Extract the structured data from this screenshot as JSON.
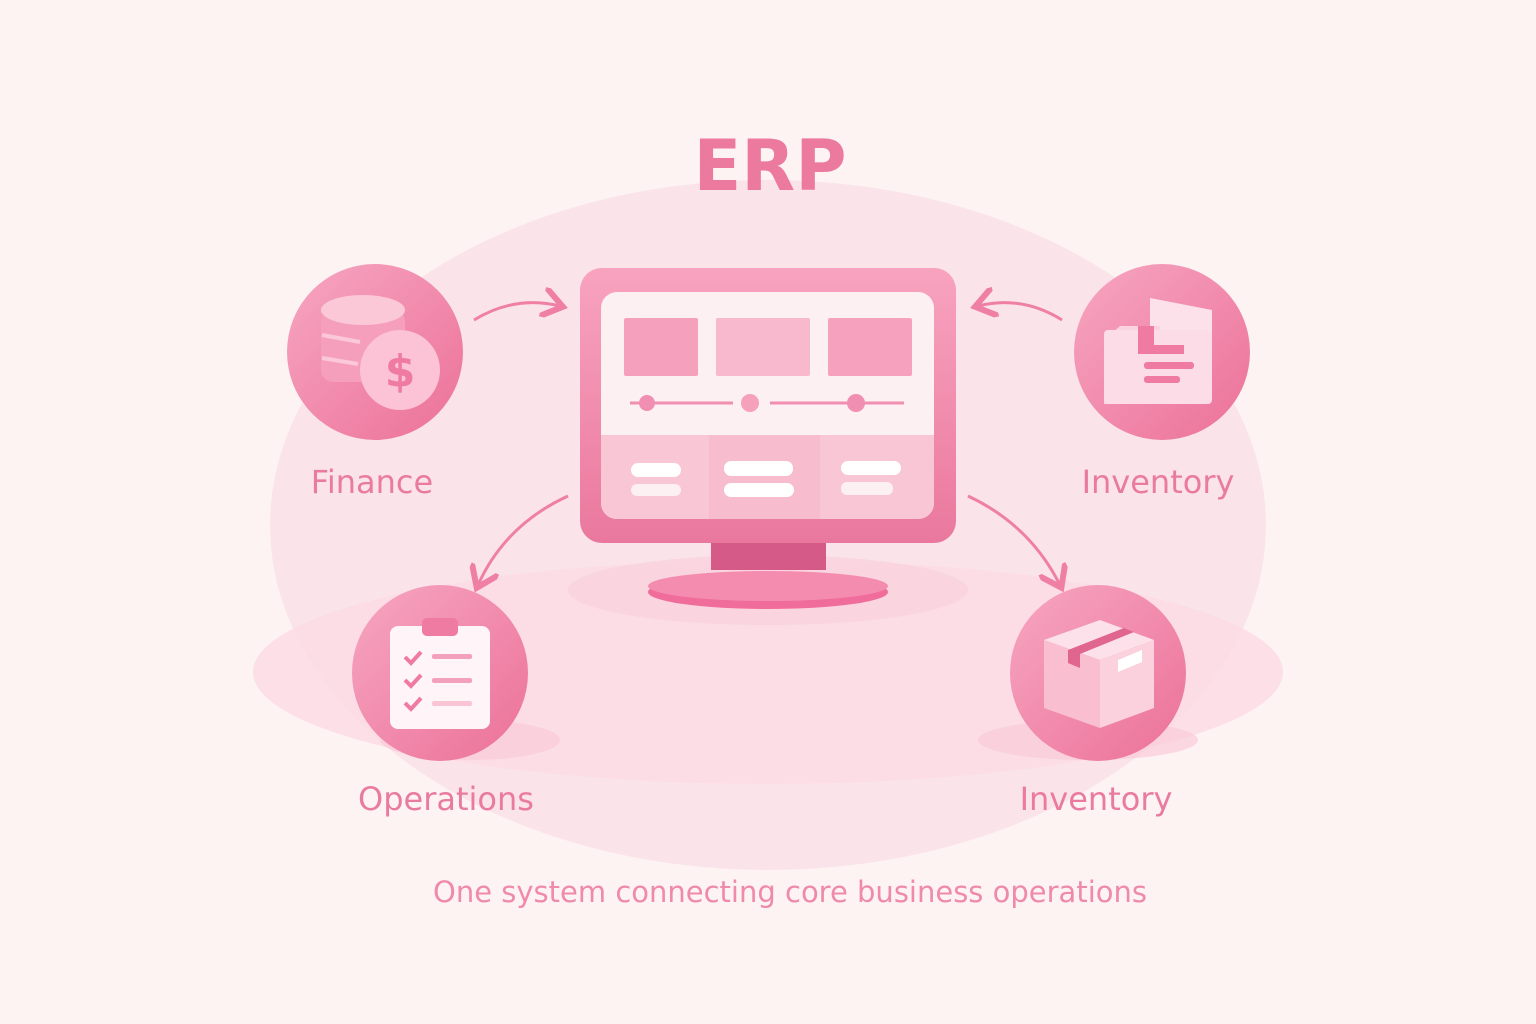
{
  "title": "ERP",
  "modules": [
    {
      "label": "Finance",
      "icon": "coins-dollar-icon"
    },
    {
      "label": "Inventory",
      "icon": "folder-document-icon"
    },
    {
      "label": "Operations",
      "icon": "clipboard-checklist-icon"
    },
    {
      "label": "Inventory",
      "icon": "package-box-icon"
    }
  ],
  "subtitle": "One system connecting core business operations",
  "colors": {
    "background": "#fdf3f3",
    "accent": "#ee7fa3",
    "dark_accent": "#d55a87",
    "text": "#ea7ba0"
  }
}
